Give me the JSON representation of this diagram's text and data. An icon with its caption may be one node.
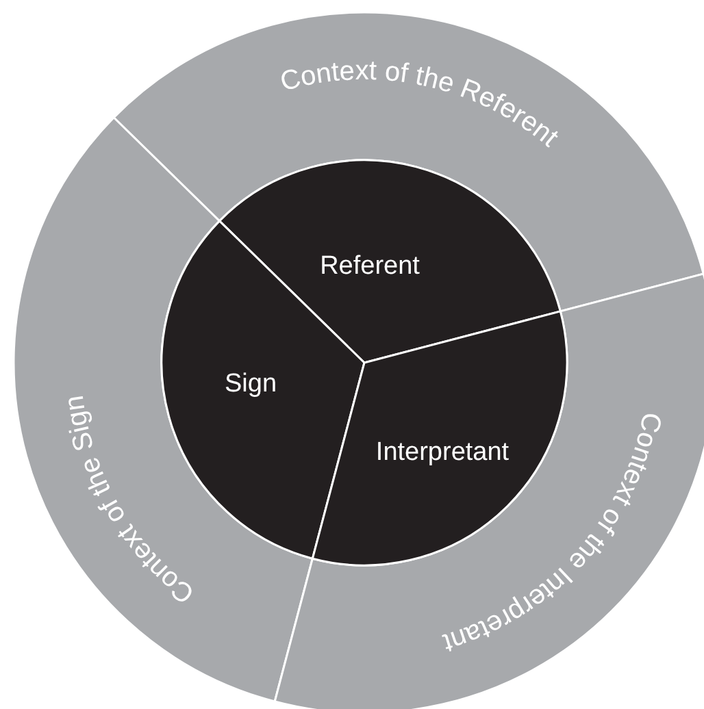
{
  "diagram": {
    "nodes": [
      {
        "text": [
          "Context of the Referent"
        ]
      },
      {
        "text": [
          "Context of the Sign"
        ]
      },
      {
        "text": [
          "Context of the Interpretant"
        ]
      },
      {
        "text": [
          "Referent"
        ]
      },
      {
        "text": [
          "Sign"
        ]
      },
      {
        "text": [
          "Interpretant"
        ]
      }
    ]
  }
}
